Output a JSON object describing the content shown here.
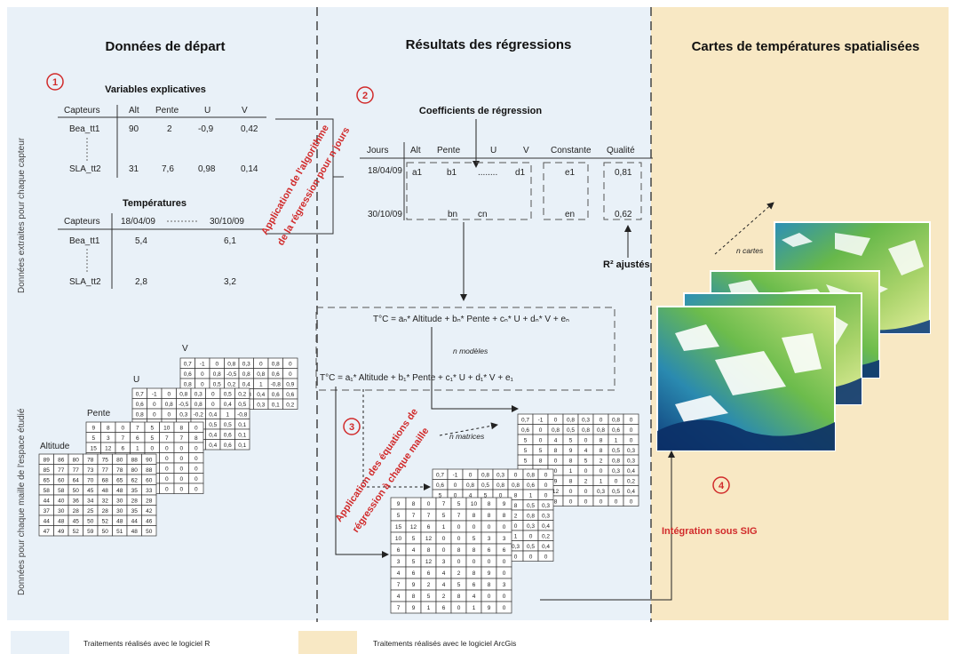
{
  "titles": {
    "left": "Données de départ",
    "middle": "Résultats des régressions",
    "right": "Cartes de températures spatialisées"
  },
  "steps": [
    "1",
    "2",
    "3",
    "4"
  ],
  "left": {
    "side_label_top": "Données extraites pour chaque capteur",
    "side_label_bottom": "Données pour chaque maille de l'espace étudié",
    "variables_title": "Variables explicatives",
    "var_headers": [
      "Capteurs",
      "Alt",
      "Pente",
      "U",
      "V"
    ],
    "var_rows": [
      [
        "Bea_tt1",
        "90",
        "2",
        "-0,9",
        "0,42"
      ],
      [
        "SLA_tt2",
        "31",
        "7,6",
        "0,98",
        "0,14"
      ]
    ],
    "temp_title": "Températures",
    "temp_headers": [
      "Capteurs",
      "18/04/09",
      "30/10/09"
    ],
    "temp_rows": [
      [
        "Bea_tt1",
        "5,4",
        "6,1"
      ],
      [
        "SLA_tt2",
        "2,8",
        "3,2"
      ]
    ],
    "grid_labels": [
      "V",
      "U",
      "Pente",
      "Altitude"
    ],
    "altitude_grid": [
      [
        "89",
        "86",
        "80",
        "78",
        "75",
        "80",
        "88",
        "90"
      ],
      [
        "85",
        "77",
        "77",
        "73",
        "77",
        "78",
        "80",
        "88"
      ],
      [
        "65",
        "60",
        "64",
        "70",
        "68",
        "65",
        "62",
        "60"
      ],
      [
        "58",
        "58",
        "50",
        "45",
        "48",
        "48",
        "35",
        "33"
      ],
      [
        "44",
        "40",
        "36",
        "34",
        "32",
        "30",
        "28",
        "28"
      ],
      [
        "37",
        "30",
        "28",
        "25",
        "28",
        "30",
        "35",
        "42"
      ],
      [
        "44",
        "48",
        "45",
        "50",
        "52",
        "48",
        "44",
        "46"
      ],
      [
        "47",
        "49",
        "52",
        "59",
        "50",
        "51",
        "48",
        "50"
      ]
    ],
    "pente_grid": [
      [
        "9",
        "8",
        "0",
        "7",
        "5",
        "10",
        "8",
        "0"
      ],
      [
        "5",
        "3",
        "7",
        "6",
        "5",
        "7",
        "7",
        "8"
      ],
      [
        "15",
        "12",
        "6",
        "1",
        "0",
        "0",
        "0",
        "0"
      ],
      [
        "10",
        "5",
        "12",
        "0",
        "0",
        "0",
        "0",
        "0"
      ],
      [
        "6",
        "4",
        "8",
        "0",
        "0",
        "0",
        "0",
        "0"
      ],
      [
        "3",
        "5",
        "12",
        "3",
        "0",
        "0",
        "0",
        "0"
      ],
      [
        "1",
        "4",
        "6",
        "0",
        "0",
        "0",
        "0",
        "0"
      ]
    ],
    "u_grid": [
      [
        "0,7",
        "-1",
        "0",
        "0,8",
        "0,3",
        "0",
        "0,5",
        "0,2"
      ],
      [
        "0,6",
        "0",
        "0,8",
        "-0,5",
        "0,8",
        "0",
        "0,4",
        "0,5"
      ],
      [
        "0,8",
        "0",
        "0",
        "0,3",
        "-0,2",
        "0,4",
        "1",
        "-0,8"
      ],
      [
        "0,5",
        "0,2",
        "-0,4",
        "1",
        "-0,8",
        "0,5",
        "0,5",
        "0,1"
      ],
      [
        "0,5",
        "0,3",
        "1",
        "0,8",
        "0",
        "0,4",
        "0,6",
        "0,1"
      ],
      [
        "0,5",
        "0,3",
        "1",
        "0,8",
        "0",
        "0,4",
        "0,6",
        "0,1"
      ]
    ],
    "v_grid": [
      [
        "0,7",
        "-1",
        "0",
        "0,8",
        "0,3",
        "0",
        "0,8",
        "0"
      ],
      [
        "0,6",
        "0",
        "0,8",
        "-0,5",
        "0,8",
        "0,8",
        "0,6",
        "0"
      ],
      [
        "0,8",
        "0",
        "0,5",
        "0,2",
        "0,4",
        "1",
        "-0,8",
        "0,9"
      ],
      [
        "0,5",
        "0,2",
        "-0,4",
        "1",
        "-0,8",
        "0,4",
        "0,6",
        "0,6"
      ],
      [
        "1",
        "0,8",
        "0",
        "0,6",
        "0,5",
        "0,3",
        "0,1",
        "0,2"
      ]
    ]
  },
  "middle": {
    "coef_title": "Coefficients de régression",
    "headers": [
      "Jours",
      "Alt",
      "Pente",
      "U",
      "V",
      "Constante",
      "Qualité"
    ],
    "row1": {
      "day": "18/04/09",
      "a": "a1",
      "b": "b1",
      "dots": "........",
      "d": "d1",
      "e": "e1",
      "q": "0,81"
    },
    "row2": {
      "day": "30/10/09",
      "b": "bn",
      "c": "cn",
      "e": "en",
      "q": "0,62"
    },
    "r_adjusted": "R² ajustés",
    "eq_n": "T°C = aₙ* Altitude + bₙ* Pente + cₙ* U + dₙ* V + eₙ",
    "n_models": "n modèles",
    "eq_1": "T°C = a₁* Altitude + b₁* Pente + c₁* U + d₁* V + e₁",
    "n_matrices": "n matrices",
    "red_algo": [
      "Application de l'algorithme",
      "de la régression pour n jours"
    ],
    "red_equations": [
      "Application des équations de",
      "régression à chaque maille"
    ],
    "result_grid": [
      [
        "9",
        "8",
        "0",
        "7",
        "5",
        "10",
        "8",
        "9"
      ],
      [
        "5",
        "7",
        "7",
        "5",
        "7",
        "8",
        "8",
        "8"
      ],
      [
        "15",
        "12",
        "6",
        "1",
        "0",
        "0",
        "0",
        "0"
      ],
      [
        "10",
        "5",
        "12",
        "0",
        "0",
        "5",
        "3",
        "3"
      ],
      [
        "6",
        "4",
        "8",
        "0",
        "8",
        "8",
        "6",
        "6"
      ],
      [
        "3",
        "5",
        "12",
        "3",
        "0",
        "0",
        "0",
        "0"
      ],
      [
        "4",
        "6",
        "6",
        "4",
        "2",
        "8",
        "9",
        "0"
      ],
      [
        "7",
        "9",
        "2",
        "4",
        "5",
        "6",
        "8",
        "3"
      ],
      [
        "4",
        "8",
        "5",
        "2",
        "8",
        "4",
        "0",
        "0"
      ],
      [
        "7",
        "9",
        "1",
        "6",
        "0",
        "1",
        "9",
        "0"
      ]
    ],
    "back_grid": [
      [
        "0,7",
        "-1",
        "0",
        "0,8",
        "0,3",
        "0",
        "0,8",
        "0"
      ],
      [
        "0,6",
        "0",
        "0,8",
        "0,5",
        "0,8",
        "0,8",
        "0,6",
        "0"
      ],
      [
        "5",
        "0",
        "4",
        "5",
        "0",
        "8",
        "1",
        "0"
      ],
      [
        "5",
        "5",
        "8",
        "9",
        "4",
        "8",
        "0,5",
        "0,3"
      ],
      [
        "5",
        "8",
        "0",
        "8",
        "5",
        "2",
        "0,8",
        "0,3"
      ],
      [
        "1",
        "0",
        "0",
        "1",
        "0",
        "0",
        "0,3",
        "0,4"
      ],
      [
        "3",
        "6",
        "9",
        "8",
        "2",
        "1",
        "0",
        "0,2"
      ],
      [
        "10",
        "5",
        "12",
        "0",
        "0",
        "0,3",
        "0,5",
        "0,4"
      ],
      [
        "6",
        "4",
        "8",
        "0",
        "0",
        "0",
        "0",
        "0"
      ]
    ]
  },
  "right": {
    "n_cartes": "n cartes",
    "integration": "Intégration sous SIG"
  },
  "legend": {
    "r_label": "Traitements réalisés avec le logiciel R",
    "arcgis_label": "Traitements réalisés avec le logiciel ArcGis",
    "r_color": "#e9f1f8",
    "arcgis_color": "#f8e8c4"
  },
  "colors": {
    "accent_red": "#d12b2b",
    "map_green": "#6fb63a",
    "map_blue": "#1f5f9b"
  }
}
